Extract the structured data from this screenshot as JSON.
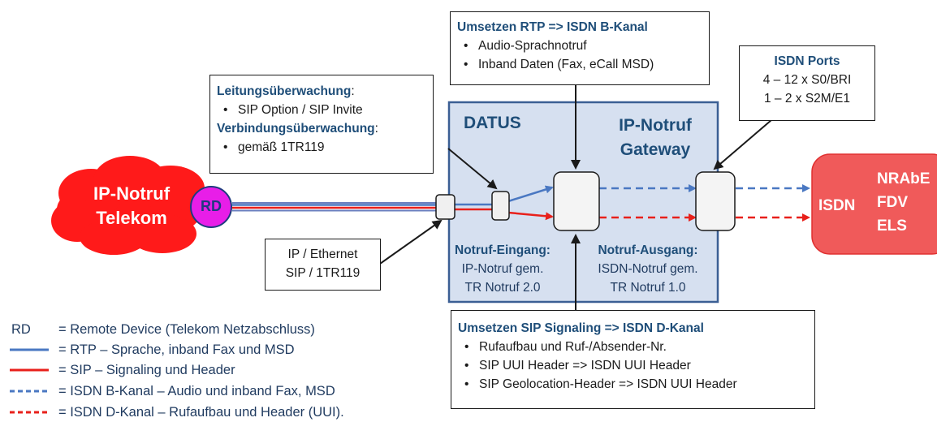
{
  "telekom_cloud": {
    "line1": "IP-Notruf",
    "line2": "Telekom"
  },
  "rd_circle": {
    "label": "RD"
  },
  "datus": {
    "title_left": "DATUS",
    "title_right_1": "IP-Notruf",
    "title_right_2": "Gateway",
    "eingang": {
      "title": "Notruf-Eingang:",
      "line1": "IP-Notruf gem.",
      "line2": "TR Notruf 2.0"
    },
    "ausgang": {
      "title": "Notruf-Ausgang:",
      "line1": "ISDN-Notruf gem.",
      "line2": "TR Notruf 1.0"
    }
  },
  "destination": {
    "isdn": "ISDN",
    "line1": "NRAbE",
    "line2": "FDV",
    "line3": "ELS"
  },
  "box_leitung": {
    "title1": "Leitungsüberwachung",
    "colon1": ":",
    "item1": "SIP Option / SIP Invite",
    "title2": "Verbindungsüberwachung",
    "colon2": ":",
    "item2": "gemäß 1TR119"
  },
  "box_rtp": {
    "title": "Umsetzen RTP => ISDN B-Kanal",
    "items": [
      "Audio-Sprachnotruf",
      "Inband Daten (Fax, eCall MSD)"
    ]
  },
  "box_isdn_ports": {
    "title": "ISDN Ports",
    "line1": "4 – 12 x S0/BRI",
    "line2": "1 – 2 x S2M/E1"
  },
  "box_ip_ethernet": {
    "line1": "IP / Ethernet",
    "line2": "SIP / 1TR119"
  },
  "box_sip": {
    "title": "Umsetzen SIP Signaling => ISDN D-Kanal",
    "items": [
      "Rufaufbau und Ruf-/Absender-Nr.",
      "SIP UUI Header => ISDN UUI Header",
      "SIP Geolocation-Header => ISDN UUI Header"
    ]
  },
  "legend": [
    {
      "key": "RD",
      "text": "= Remote Device (Telekom Netzabschluss)",
      "style": "text"
    },
    {
      "key": "",
      "text": "= RTP – Sprache, inband Fax und MSD",
      "style": "solid-blue"
    },
    {
      "key": "",
      "text": "= SIP – Signaling und Header",
      "style": "solid-red"
    },
    {
      "key": "",
      "text": "= ISDN B-Kanal – Audio und inband Fax, MSD",
      "style": "dashed-blue"
    },
    {
      "key": "",
      "text": "= ISDN D-Kanal – Rufaufbau und Header (UUI).",
      "style": "dashed-red"
    }
  ],
  "colors": {
    "blue": "#4a78c2",
    "red": "#e8201b",
    "datus_fill": "#d6e0f0",
    "datus_border": "#3b5f94",
    "cloud": "#ff1a1a",
    "rd": "#e81ee8",
    "dest": "#f05a5a",
    "text_blue": "#1f4e79"
  }
}
